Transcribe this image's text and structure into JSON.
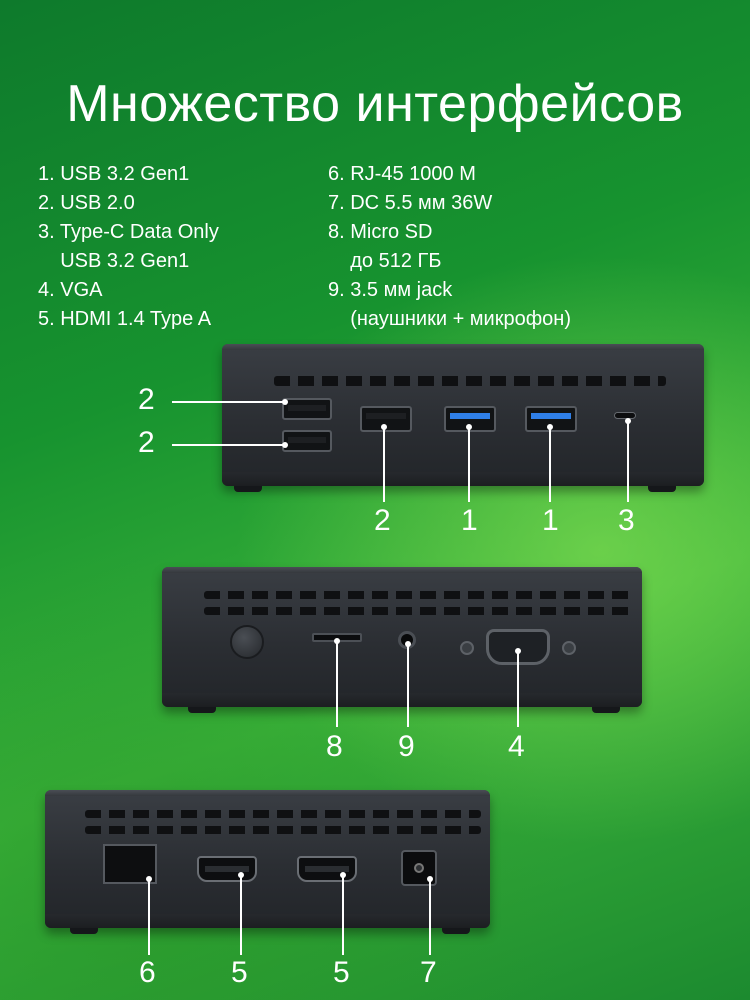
{
  "title": "Множество интерфейсов",
  "specs_left": [
    "1. USB 3.2 Gen1",
    "2. USB 2.0",
    "3. Type-C Data Only",
    "    USB 3.2 Gen1",
    "4. VGA",
    "5. HDMI 1.4 Type A"
  ],
  "specs_right": [
    "6. RJ-45 1000 M",
    "7. DC 5.5 мм 36W",
    "8. Micro SD",
    "    до 512 ГБ",
    "9. 3.5 мм jack",
    "    (наушники + микрофон)"
  ],
  "callouts": {
    "top": {
      "left_1": "2",
      "left_2": "2",
      "b1": "2",
      "b2": "1",
      "b3": "1",
      "b4": "3"
    },
    "middle": {
      "b1": "8",
      "b2": "9",
      "b3": "4"
    },
    "bottom": {
      "b1": "6",
      "b2": "5",
      "b3": "5",
      "b4": "7"
    }
  },
  "colors": {
    "background": "#17932f",
    "device": "#2b2e33",
    "usb3_accent": "#2f7fe8"
  }
}
